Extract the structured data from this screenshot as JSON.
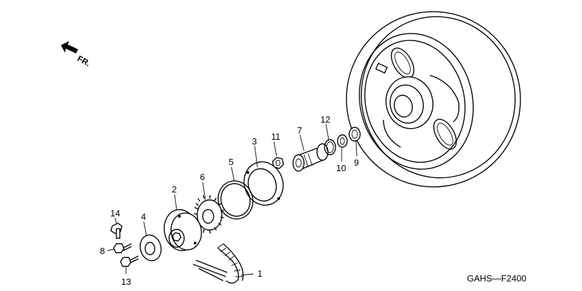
{
  "direction_label": "FR.",
  "diagram_code": "GAHS—F2400",
  "callouts": [
    {
      "id": "1",
      "label": "1"
    },
    {
      "id": "2",
      "label": "2"
    },
    {
      "id": "3",
      "label": "3"
    },
    {
      "id": "4",
      "label": "4"
    },
    {
      "id": "5",
      "label": "5"
    },
    {
      "id": "6",
      "label": "6"
    },
    {
      "id": "7",
      "label": "7"
    },
    {
      "id": "8",
      "label": "8"
    },
    {
      "id": "9",
      "label": "9"
    },
    {
      "id": "10",
      "label": "10"
    },
    {
      "id": "11",
      "label": "11"
    },
    {
      "id": "12",
      "label": "12"
    },
    {
      "id": "13",
      "label": "13"
    },
    {
      "id": "14",
      "label": "14"
    }
  ]
}
